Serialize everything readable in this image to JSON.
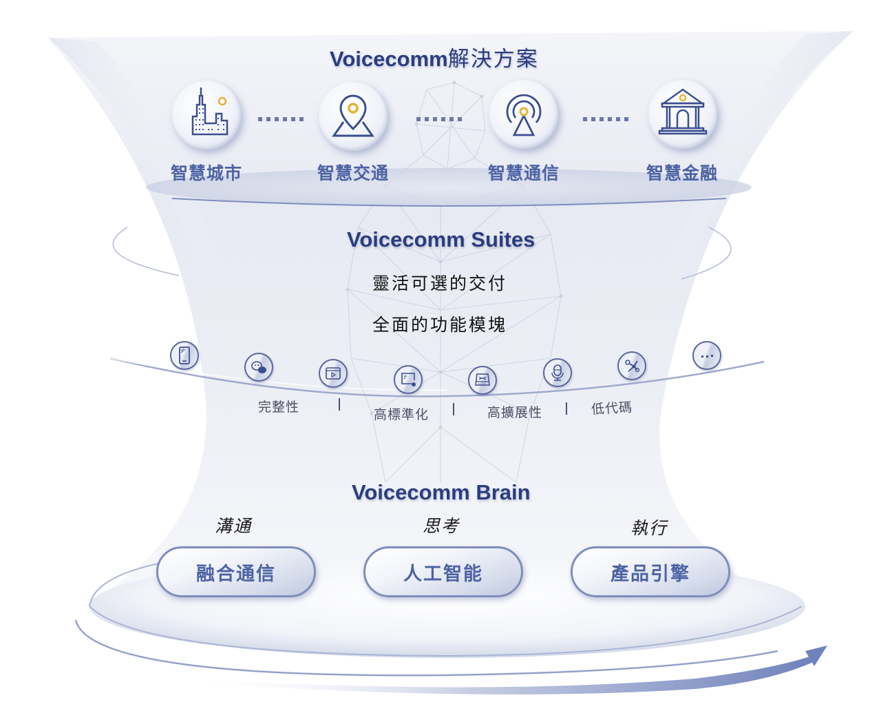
{
  "top": {
    "title_latin": "Voicecomm",
    "title_cjk": "解決方案",
    "solutions": [
      {
        "label": "智慧城市",
        "icon": "city-buildings-icon"
      },
      {
        "label": "智慧交通",
        "icon": "map-pin-icon"
      },
      {
        "label": "智慧通信",
        "icon": "signal-tower-icon"
      },
      {
        "label": "智慧金融",
        "icon": "bank-icon"
      }
    ]
  },
  "suites": {
    "title": "Voicecomm Suites",
    "lines": [
      "靈活可選的交付",
      "全面的功能模塊"
    ],
    "modules": [
      {
        "icon": "mobile-phone-icon"
      },
      {
        "icon": "chat-bubble-icon"
      },
      {
        "icon": "video-player-icon"
      },
      {
        "icon": "desktop-monitor-icon"
      },
      {
        "icon": "shuffle-device-icon"
      },
      {
        "icon": "microphone-icon"
      },
      {
        "icon": "network-nodes-icon"
      },
      {
        "icon": "more-dots-icon"
      }
    ],
    "features": [
      "完整性",
      "高標準化",
      "高擴展性",
      "低代碼"
    ],
    "separator": "|"
  },
  "brain": {
    "title": "Voicecomm Brain",
    "pillars": [
      {
        "verb": "溝通",
        "label": "融合通信"
      },
      {
        "verb": "思考",
        "label": "人工智能"
      },
      {
        "verb": "執行",
        "label": "產品引擎"
      }
    ]
  },
  "colors": {
    "brand_navy": "#2b3d7f",
    "label_blue": "#4d63a3",
    "accent_gold": "#e3b338",
    "ring_blue": "#7f8dbb"
  }
}
